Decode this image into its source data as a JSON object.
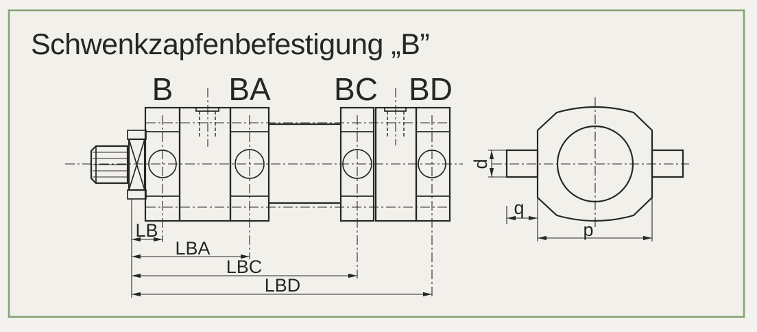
{
  "title": "Schwenkzapfenbefestigung „B”",
  "section_labels": {
    "b": "B",
    "ba": "BA",
    "bc": "BC",
    "bd": "BD"
  },
  "dimension_labels": {
    "lb": "LB",
    "lba": "LBA",
    "lbc": "LBC",
    "lbd": "LBD",
    "d": "d",
    "q": "q",
    "p": "p"
  },
  "colors": {
    "ink": "#262626",
    "paper": "#f1f0eb",
    "frame_green": "#85a274"
  }
}
